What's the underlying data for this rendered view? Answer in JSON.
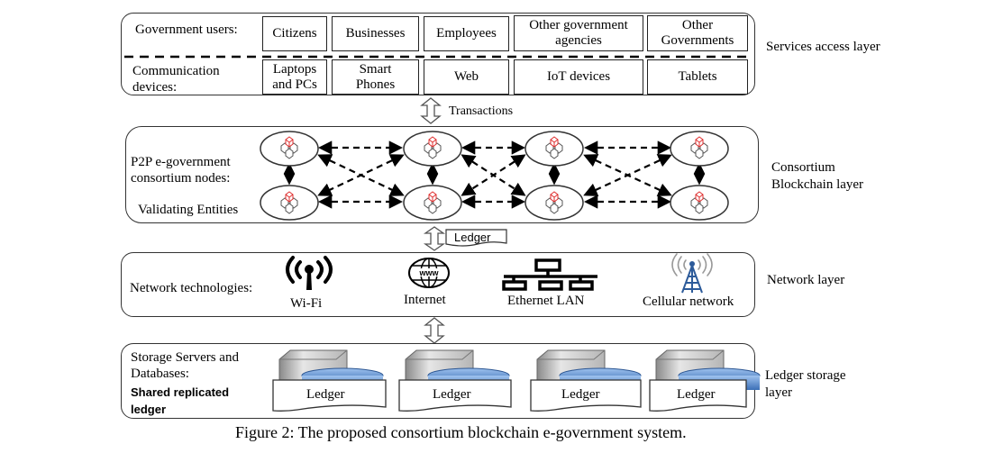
{
  "services": {
    "users_label": "Government users:",
    "users": [
      "Citizens",
      "Businesses",
      "Employees",
      "Other government agencies",
      "Other Governments"
    ],
    "devices_label": "Communication devices:",
    "devices": [
      "Laptops and PCs",
      "Smart Phones",
      "Web",
      "IoT devices",
      "Tablets"
    ],
    "side_label": "Services access layer"
  },
  "transactions_label": "Transactions",
  "consortium": {
    "label_nodes": "P2P e-government consortium nodes:",
    "label_validating": "Validating Entities",
    "side_label": "Consortium Blockchain layer"
  },
  "ledger_arrow_label": "Ledger",
  "network": {
    "label": "Network technologies:",
    "items": [
      {
        "name": "Wi-Fi",
        "icon": "wifi-icon"
      },
      {
        "name": "Internet",
        "icon": "globe-www-icon"
      },
      {
        "name": "Ethernet LAN",
        "icon": "ethernet-lan-icon"
      },
      {
        "name": "Cellular network",
        "icon": "cell-tower-icon"
      }
    ],
    "side_label": "Network layer"
  },
  "storage": {
    "label": "Storage Servers and Databases:",
    "bold_label": "Shared replicated ledger",
    "ledgers": [
      "Ledger",
      "Ledger",
      "Ledger",
      "Ledger"
    ],
    "side_label": "Ledger storage layer"
  },
  "caption": "Figure 2: The proposed consortium blockchain e-government system."
}
